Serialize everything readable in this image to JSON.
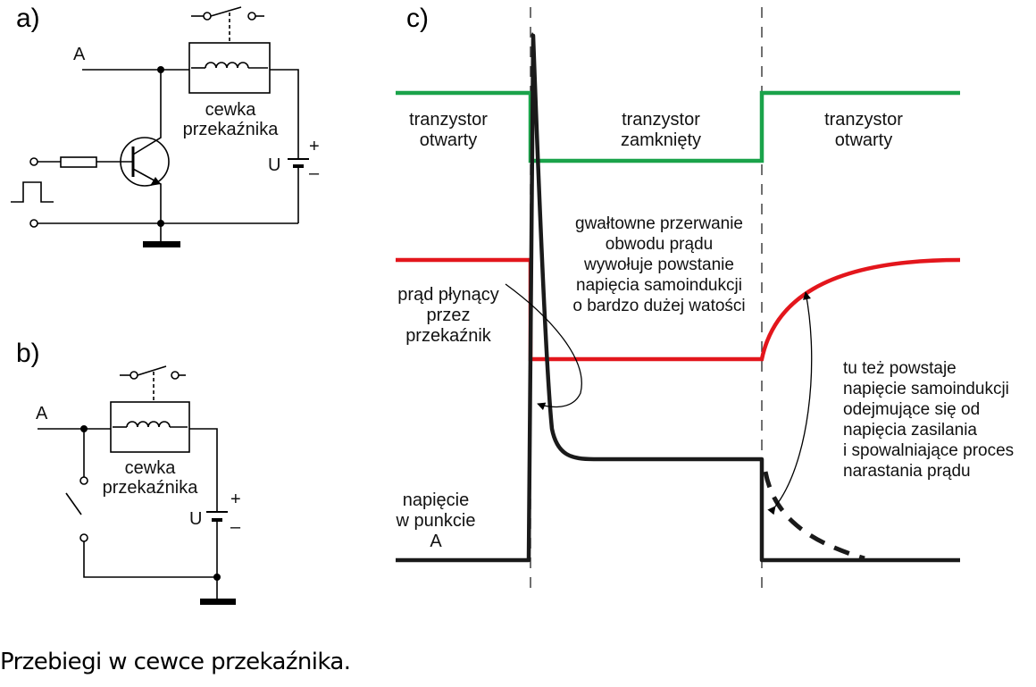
{
  "panels": {
    "a": "a)",
    "b": "b)",
    "c": "c)"
  },
  "circuit": {
    "node_label": "A",
    "coil_label_line1": "cewka",
    "coil_label_line2": "przekaźnika",
    "supply_label": "U",
    "plus": "+",
    "minus": "–"
  },
  "labels": {
    "t_open_1_line1": "tranzystor",
    "t_open_1_line2": "otwarty",
    "t_closed_line1": "tranzystor",
    "t_closed_line2": "zamknięty",
    "t_open_2_line1": "tranzystor",
    "t_open_2_line2": "otwarty",
    "current_line1": "prąd płynący",
    "current_line2": "przez",
    "current_line3": "przekaźnik",
    "voltage_line1": "napięcie",
    "voltage_line2": "w punkcie",
    "voltage_line3": "A"
  },
  "notes": {
    "interrupt": [
      "gwałtowne przerwanie",
      "obwodu prądu",
      "wywołuje powstanie",
      "napięcia samoindukcji",
      "o bardzo dużej watości"
    ],
    "also": [
      "tu też powstaje",
      "napięcie samoindukcji",
      "odejmujące się od",
      "napięcia zasilania",
      "i spowalniające proces",
      "narastania prądu"
    ]
  },
  "colors": {
    "transistor_state": "#1aa34a",
    "current": "#e3161c",
    "voltage": "#1a1a1a"
  },
  "caption": "Przebiegi w cewce przekaźnika."
}
